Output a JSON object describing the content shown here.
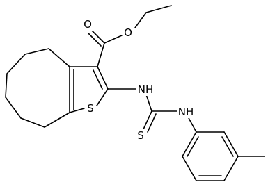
{
  "atoms": {
    "carbonyl_oxygen": "O",
    "ester_oxygen": "O",
    "ring_sulfur": "S",
    "amine_1": "NH",
    "amine_2": "NH",
    "thione_sulfur": "S"
  }
}
